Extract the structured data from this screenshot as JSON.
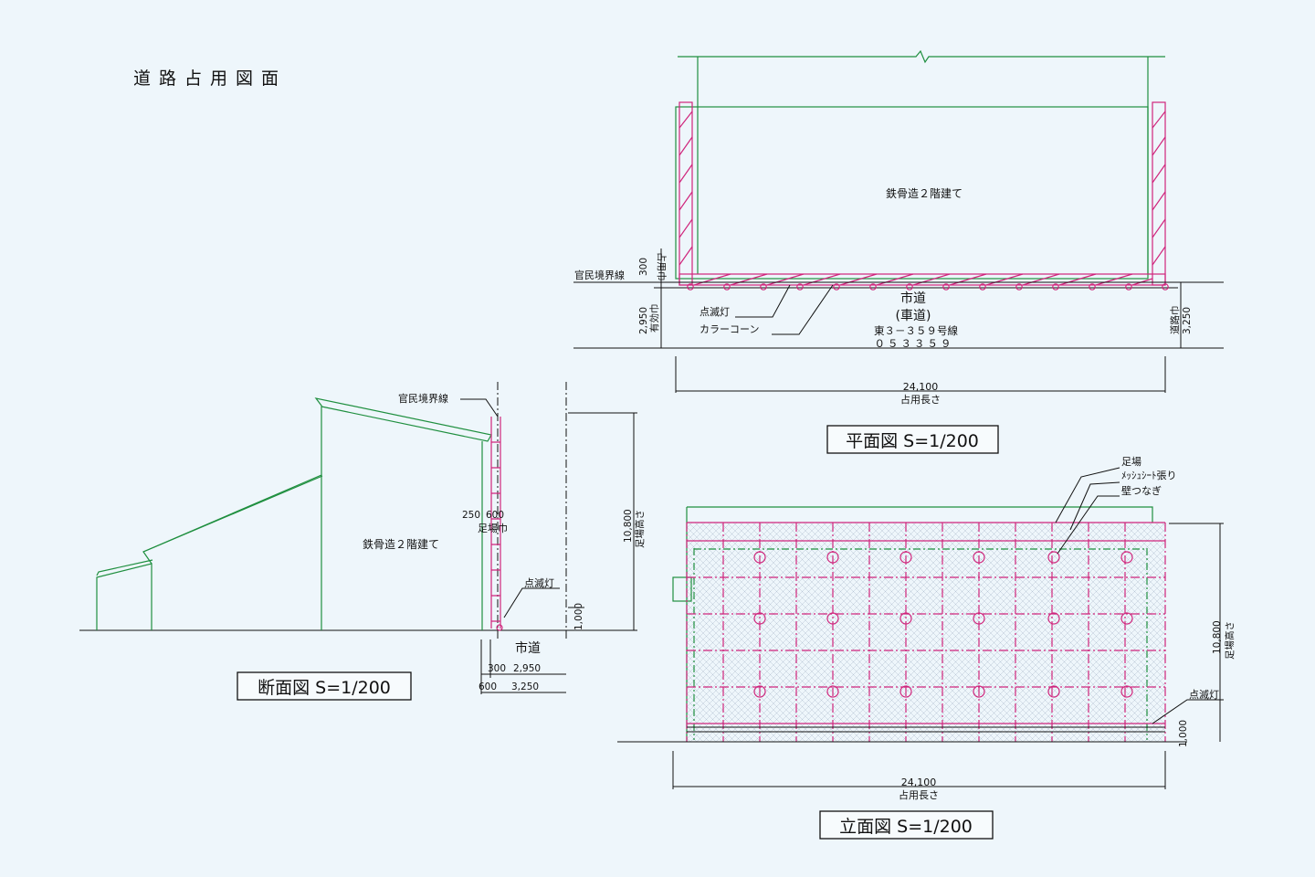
{
  "sheet_title": "道路占用図面",
  "plan": {
    "building_label": "鉄骨造２階建て",
    "boundary_label": "官民境界線",
    "occupy_width_label": "占用巾",
    "dim_300": "300",
    "dim_2950": "2,950",
    "effective_width_label": "有効巾",
    "flasher_label": "点滅灯",
    "cone_label": "カラーコーン",
    "road_name": "市道",
    "road_type": "(車道)",
    "route_name": "東３－３５９号線",
    "route_code": "０５３３５９",
    "road_width_label": "道路巾",
    "road_width_value": "3,250",
    "length_value": "24,100",
    "length_label": "占用長さ",
    "caption": "平面図 S=1/200"
  },
  "section": {
    "boundary_label": "官民境界線",
    "dim_250": "250",
    "dim_600": "600",
    "scaffold_width_label": "足場巾",
    "building_label": "鉄骨造２階建て",
    "flasher_label": "点滅灯",
    "height_value": "10,800",
    "height_label": "足場高さ",
    "dim_1000": "1,000",
    "road_name": "市道",
    "dim_300": "300",
    "dim_2950": "2,950",
    "dim_600b": "600",
    "dim_3250": "3,250",
    "caption": "断面図 S=1/200"
  },
  "elevation": {
    "scaffold_label": "足場",
    "mesh_label": "ﾒｯｼｭｼｰﾄ張り",
    "tie_label": "壁つなぎ",
    "height_value": "10,800",
    "height_label": "足場高さ",
    "flasher_label": "点滅灯",
    "dim_1000": "1,000",
    "length_value": "24,100",
    "length_label": "占用長さ",
    "caption": "立面図 S=1/200"
  },
  "colors": {
    "background": "#eef6fb",
    "building_line": "#1f8f3f",
    "scaffold_line": "#d0257c",
    "ink": "#111111"
  }
}
